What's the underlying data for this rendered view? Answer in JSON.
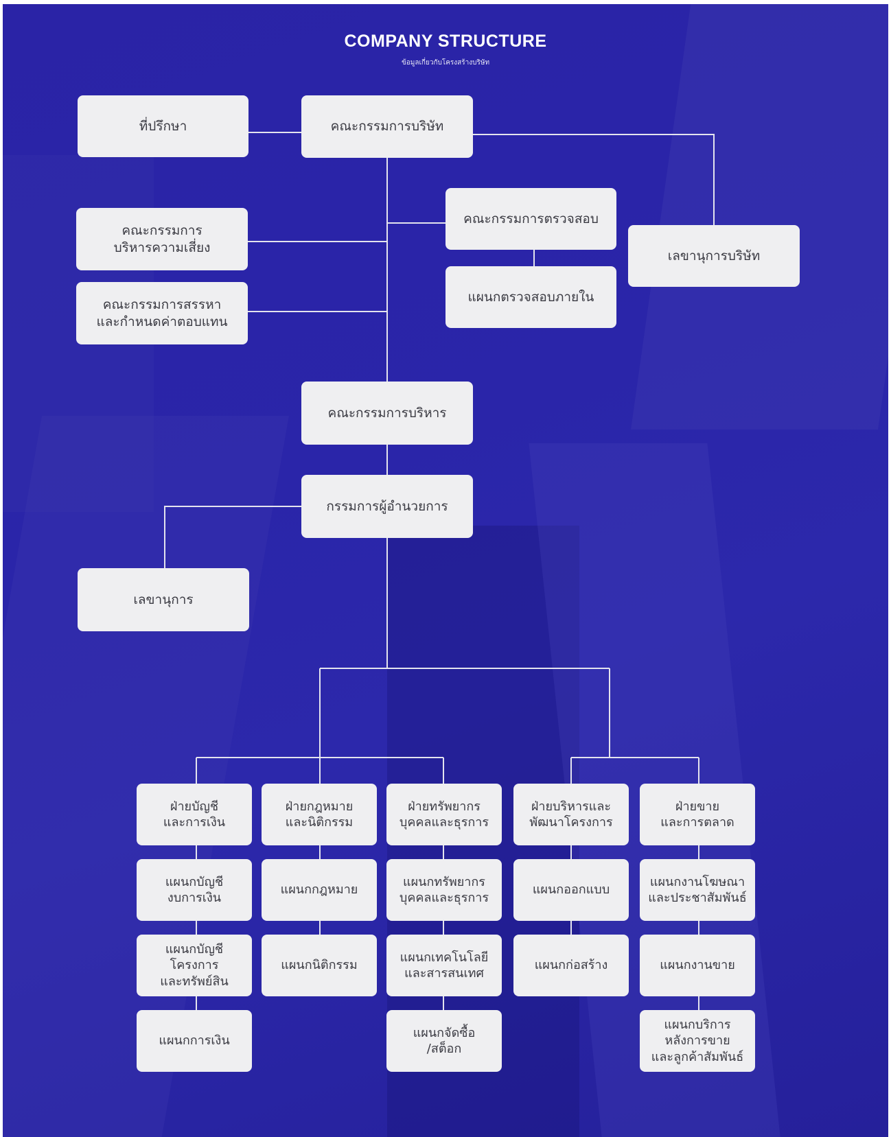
{
  "header": {
    "title": "COMPANY STRUCTURE",
    "subtitle": "ข้อมูลเกี่ยวกับโครงสร้างบริษัท"
  },
  "colors": {
    "background": "#2a25a9",
    "box": "#efeff1",
    "connector": "#e4e4ee",
    "text": "#3a3a42"
  },
  "nodes": {
    "advisor": "ที่ปรึกษา",
    "board": "คณะกรรมการบริษัท",
    "audit_committee": "คณะกรรมการตรวจสอบ",
    "internal_audit": "แผนกตรวจสอบภายใน",
    "company_secretary": "เลขานุการบริษัท",
    "risk_committee": "คณะกรรมการ\nบริหารความเสี่ยง",
    "nomination_committee": "คณะกรรมการสรรหา\nและกำหนดค่าตอบแทน",
    "executive_committee": "คณะกรรมการบริหาร",
    "managing_director": "กรรมการผู้อำนวยการ",
    "secretary": "เลขานุการ"
  },
  "divisions": [
    {
      "name": "ฝ่ายบัญชี\nและการเงิน",
      "departments": [
        "แผนกบัญชี\nงบการเงิน",
        "แผนกบัญชี\nโครงการ\nและทรัพย์สิน",
        "แผนกการเงิน"
      ]
    },
    {
      "name": "ฝ่ายกฎหมาย\nและนิติกรรม",
      "departments": [
        "แผนกกฎหมาย",
        "แผนกนิติกรรม"
      ]
    },
    {
      "name": "ฝ่ายทรัพยากร\nบุคคลและธุรการ",
      "departments": [
        "แผนกทรัพยากร\nบุคคลและธุรการ",
        "แผนกเทคโนโลยี\nและสารสนเทศ",
        "แผนกจัดซื้อ\n/สต็อก"
      ]
    },
    {
      "name": "ฝ่ายบริหารและ\nพัฒนาโครงการ",
      "departments": [
        "แผนกออกแบบ",
        "แผนกก่อสร้าง"
      ]
    },
    {
      "name": "ฝ่ายขาย\nและการตลาด",
      "departments": [
        "แผนกงานโฆษณา\nและประชาสัมพันธ์",
        "แผนกงานขาย",
        "แผนกบริการ\nหลังการขาย\nและลูกค้าสัมพันธ์"
      ]
    }
  ]
}
